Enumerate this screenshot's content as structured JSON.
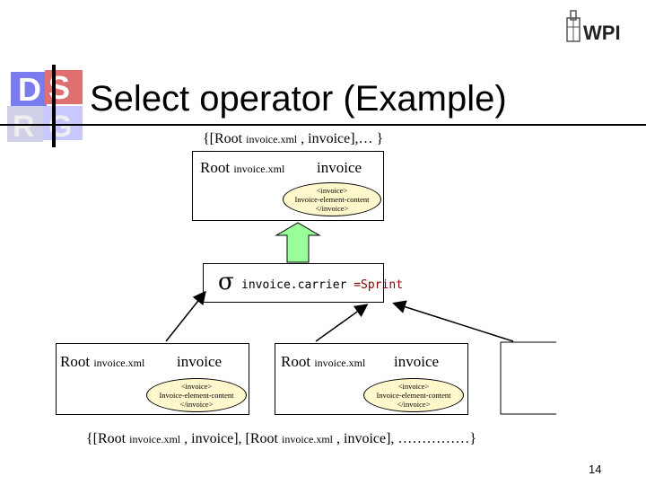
{
  "slide": {
    "title": "Select operator (Example)",
    "page_number": "14",
    "logo_text": "WPI",
    "subtitle": {
      "prefix": "{[Root ",
      "small": "invoice.xml",
      "mid": " , invoice],… }"
    },
    "top_box": {
      "root_label": "Root ",
      "root_small": "invoice.xml",
      "invoice_label": "invoice",
      "oval_lines": [
        "<invoice>",
        "Invoice-element-content",
        "</invoice>"
      ]
    },
    "select_op": {
      "sigma": "σ",
      "attr_part": "invoice.carrier",
      "condition": " =Sprint"
    },
    "left_box": {
      "root_label": "Root ",
      "root_small": "invoice.xml",
      "invoice_label": "invoice",
      "oval_lines": [
        "<invoice>",
        "Invoice-element-content",
        "</invoice>"
      ]
    },
    "mid_box": {
      "root_label": "Root ",
      "root_small": "invoice.xml",
      "invoice_label": "invoice",
      "oval_lines": [
        "<invoice>",
        "Invoice-element-content",
        "</invoice>"
      ]
    },
    "bottom_caption": {
      "p1": "{[Root ",
      "s1": "invoice.xml",
      "p2": " , invoice], [Root ",
      "s2": "invoice.xml",
      "p3": " , invoice], ……………}"
    },
    "colors": {
      "arrow_fill": "#99ff99",
      "oval_fill": "#fff8cc",
      "keyword": "#8b0000",
      "logo_blue": "#6a6aff"
    }
  }
}
